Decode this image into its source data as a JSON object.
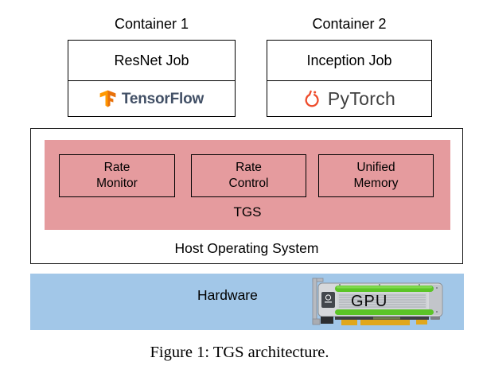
{
  "figure": {
    "caption": "Figure 1: TGS architecture."
  },
  "containers": [
    {
      "label": "Container 1",
      "job": "ResNet Job",
      "framework": "TensorFlow"
    },
    {
      "label": "Container 2",
      "job": "Inception Job",
      "framework": "PyTorch"
    }
  ],
  "tgs": {
    "label": "TGS",
    "modules": [
      {
        "line1": "Rate",
        "line2": "Monitor"
      },
      {
        "line1": "Rate",
        "line2": "Control"
      },
      {
        "line1": "Unified",
        "line2": "Memory"
      }
    ]
  },
  "host_os": {
    "label": "Host Operating System"
  },
  "hardware": {
    "label": "Hardware",
    "gpu_label": "GPU"
  },
  "colors": {
    "tgs_pink": "#e59b9e",
    "hardware_blue": "#a2c7e8",
    "tensorflow_orange_dark": "#e8710a",
    "tensorflow_orange_light": "#ff9900",
    "tensorflow_text": "#425066",
    "pytorch_red": "#ee4c2c",
    "nvidia_green": "#5bc427",
    "gpu_gold": "#e0a71c"
  }
}
